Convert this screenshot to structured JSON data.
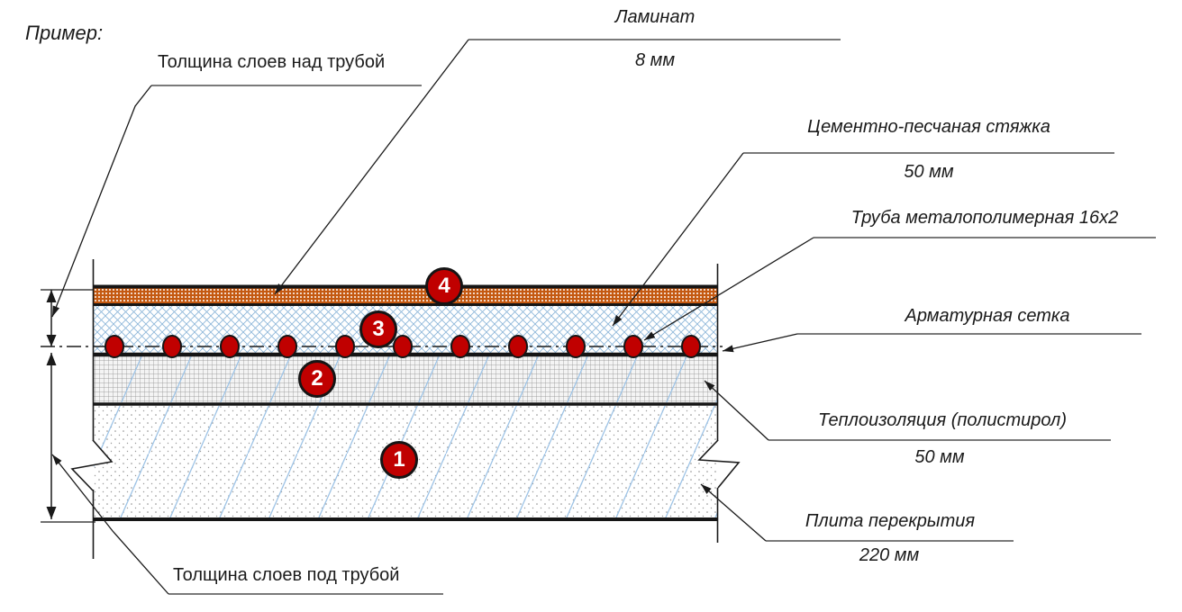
{
  "title": "Пример:",
  "dimension_notes": {
    "above_pipe": "Толщина слоев над трубой",
    "below_pipe": "Толщина слоев под трубой"
  },
  "layers": [
    {
      "badge": "4",
      "name": "Ламинат",
      "thickness": "8 мм"
    },
    {
      "badge": "3",
      "name": "Цементно-песчаная стяжка",
      "thickness": "50 мм"
    },
    {
      "badge": "2",
      "name": "Теплоизоляция (полистирол)",
      "thickness": "50 мм"
    },
    {
      "badge": "1",
      "name": "Плита перекрытия",
      "thickness": "220 мм"
    }
  ],
  "callouts": {
    "pipe": "Труба металополимерная 16x2",
    "mesh": "Арматурная сетка"
  },
  "colors": {
    "pipe_and_badge_red": "#C00000",
    "laminate_orange": "#C45911",
    "hatch_blue": "#8FB8DA",
    "grid_gray": "#8a8a8a",
    "line_black": "#1a1a1a",
    "leader_gray": "#7a7a7a"
  }
}
